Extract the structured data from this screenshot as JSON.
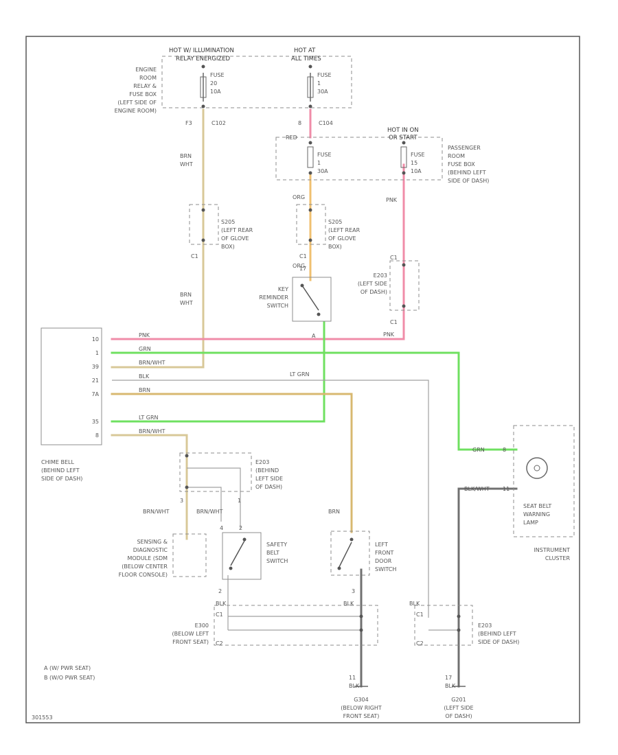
{
  "colors": {
    "pink": "#f08ca8",
    "green": "#6fe060",
    "tan": "#d8c898",
    "orange": "#f0c070",
    "gray": "#a8a8a8",
    "black": "#707070"
  },
  "icons": [
    "lamp-icon",
    "switch-icon",
    "fuse-icon"
  ],
  "diagram": {
    "power": {
      "hot_illum": [
        "HOT W/ ILLUMINATION",
        "RELAY ENERGIZED"
      ],
      "hot_all": [
        "HOT AT",
        "ALL TIMES"
      ],
      "hot_run": [
        "HOT IN ON",
        "OR START"
      ]
    },
    "engine_box": [
      "ENGINE",
      "ROOM",
      "RELAY &",
      "FUSE BOX",
      "(LEFT SIDE OF",
      "ENGINE ROOM)"
    ],
    "passenger_box": [
      "PASSENGER",
      "ROOM",
      "FUSE BOX",
      "(BEHIND LEFT",
      "SIDE OF DASH)"
    ],
    "fuses": {
      "f1": [
        "FUSE",
        "20",
        "10A"
      ],
      "f2": [
        "FUSE",
        "1",
        "30A"
      ],
      "f3": [
        "FUSE",
        "1",
        "30A"
      ],
      "f4": [
        "FUSE",
        "15",
        "10A"
      ]
    },
    "conn": {
      "c1": [
        "F3",
        "C102"
      ],
      "c2": [
        "8",
        "C104"
      ],
      "c2_red": "RED",
      "c3_left": "C1",
      "c3_left2": "C1",
      "c3_bot": "A",
      "c4_top": "C1",
      "c4_bot": "C1",
      "c5_pin": "C2",
      "f2_pin": "C2",
      "kr_pin": "17",
      "cluster_pin1": "8",
      "cluster_pin2": "11",
      "e_top": "C1",
      "e_bot": "C1",
      "sdm_pin": "3",
      "sb_pin": "1",
      "sb_pins": [
        "4",
        "2"
      ],
      "sb_bot": "2",
      "dr_bot": "3",
      "e300_pins": [
        "C1",
        "C2"
      ],
      "e200_pins": [
        "C1",
        "C2"
      ],
      "g_pin1": "11",
      "g_pin2": "17"
    },
    "wire": {
      "brn_wht": [
        "BRN",
        "WHT"
      ],
      "brn_wht2": [
        "BRN",
        "WHT"
      ],
      "org1": "ORG",
      "org2": "ORG",
      "pnk": "PNK",
      "pnk2": "PNK",
      "grn": "GRN",
      "ltgrn_top": "LT GRN",
      "ltgrn": "LT GRN",
      "brn_left": "BRN/WHT",
      "blk_mid": "BLK",
      "brn_mid": "BRN",
      "brn_low": "BRN/WHT",
      "brn_w1": "BRN/WHT",
      "brn_w2": "BRN/WHT",
      "brn_door": "BRN",
      "grn_cluster": "GRN",
      "blk_cluster": "BLK/WHT",
      "blk1": "BLK",
      "blk2": "BLK",
      "blk3": "BLK",
      "blk4": "BLK",
      "blk5": "BLK"
    },
    "splices": {
      "s1": [
        "S205",
        "(LEFT REAR",
        "OF GLOVE",
        "BOX)"
      ],
      "s2": [
        "S205",
        "(LEFT REAR",
        "OF GLOVE",
        "BOX)"
      ],
      "s3": [
        "E203",
        "(LEFT SIDE",
        "OF DASH)"
      ],
      "s4": [
        "E203",
        "(BEHIND",
        "LEFT SIDE",
        "OF DASH)"
      ]
    },
    "key_switch": [
      "KEY",
      "REMINDER",
      "SWITCH"
    ],
    "chime": {
      "pins": [
        "10",
        "1",
        "39",
        "21",
        "7A",
        "35",
        "8"
      ],
      "label": [
        "CHIME BELL",
        "(BEHIND LEFT",
        "SIDE OF DASH)"
      ]
    },
    "sdm": [
      "SENSING &",
      "DIAGNOSTIC",
      "MODULE (SDM",
      "(BELOW CENTER",
      "FLOOR CONSOLE)"
    ],
    "belt_switch": [
      "SAFETY",
      "BELT",
      "SWITCH"
    ],
    "door_switch": [
      "LEFT",
      "FRONT",
      "DOOR",
      "SWITCH"
    ],
    "lamp": [
      "SEAT BELT",
      "WARNING",
      "LAMP"
    ],
    "cluster": [
      "INSTRUMENT",
      "CLUSTER"
    ],
    "e300": [
      "E300",
      "(BELOW LEFT",
      "FRONT SEAT)"
    ],
    "e200": [
      "E203",
      "(BEHIND LEFT",
      "SIDE OF DASH)"
    ],
    "g304": [
      "G304",
      "(BELOW RIGHT",
      "FRONT SEAT)"
    ],
    "g201": [
      "G201",
      "(LEFT SIDE",
      "OF DASH)"
    ],
    "legend": [
      "A   (W/ PWR SEAT)",
      "B   (W/O PWR SEAT)"
    ],
    "code": "301553"
  }
}
